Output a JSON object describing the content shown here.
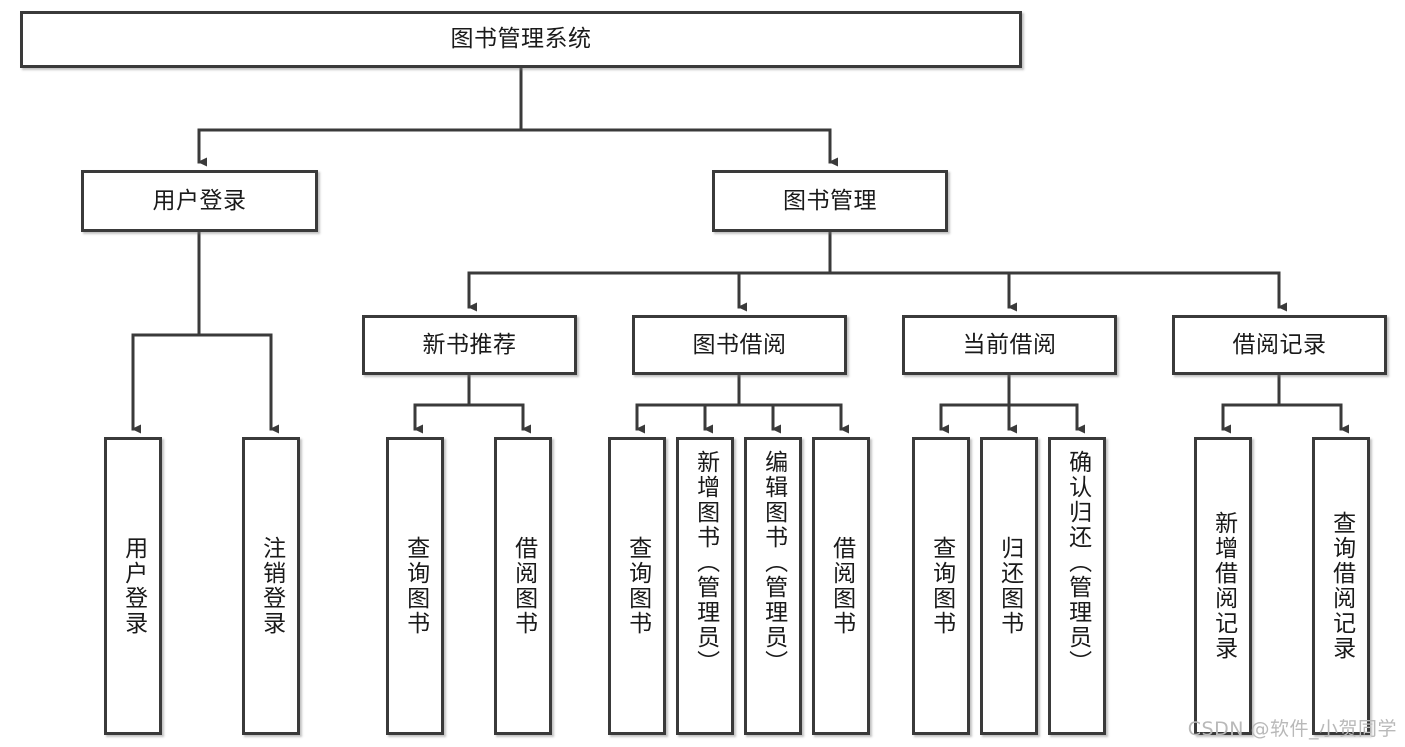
{
  "diagram": {
    "title": "图书管理系统",
    "type": "tree-hierarchy",
    "watermark": "CSDN @软件_小贺同学",
    "line_color": "#3a3a3a",
    "text_color": "#1a1a1a",
    "background": "#ffffff"
  },
  "nodes": {
    "root": {
      "label": "图书管理系统",
      "level": 1
    },
    "l2": [
      {
        "id": "user-login",
        "label": "用户登录",
        "level": 2
      },
      {
        "id": "book-manage",
        "label": "图书管理",
        "level": 2
      }
    ],
    "l3": [
      {
        "id": "new-book-rec",
        "label": "新书推荐",
        "level": 3
      },
      {
        "id": "book-borrow",
        "label": "图书借阅",
        "level": 3
      },
      {
        "id": "current-borrow",
        "label": "当前借阅",
        "level": 3
      },
      {
        "id": "borrow-record",
        "label": "借阅记录",
        "level": 3
      }
    ],
    "l4": [
      {
        "id": "leaf-user-login",
        "label": "用户登录",
        "parent": "user-login"
      },
      {
        "id": "leaf-logout",
        "label": "注销登录",
        "parent": "user-login"
      },
      {
        "id": "leaf-query-book-1",
        "label": "查询图书",
        "parent": "new-book-rec"
      },
      {
        "id": "leaf-borrow-book-1",
        "label": "借阅图书",
        "parent": "new-book-rec"
      },
      {
        "id": "leaf-query-book-2",
        "label": "查询图书",
        "parent": "book-borrow"
      },
      {
        "id": "leaf-add-book",
        "label": "新增图书（管理员）",
        "parent": "book-borrow"
      },
      {
        "id": "leaf-edit-book",
        "label": "编辑图书（管理员）",
        "parent": "book-borrow"
      },
      {
        "id": "leaf-borrow-book-2",
        "label": "借阅图书",
        "parent": "book-borrow"
      },
      {
        "id": "leaf-query-book-3",
        "label": "查询图书",
        "parent": "current-borrow"
      },
      {
        "id": "leaf-return-book",
        "label": "归还图书",
        "parent": "current-borrow"
      },
      {
        "id": "leaf-confirm-return",
        "label": "确认归还（管理员）",
        "parent": "current-borrow"
      },
      {
        "id": "leaf-add-record",
        "label": "新增借阅记录",
        "parent": "borrow-record"
      },
      {
        "id": "leaf-query-record",
        "label": "查询借阅记录",
        "parent": "borrow-record"
      }
    ]
  }
}
